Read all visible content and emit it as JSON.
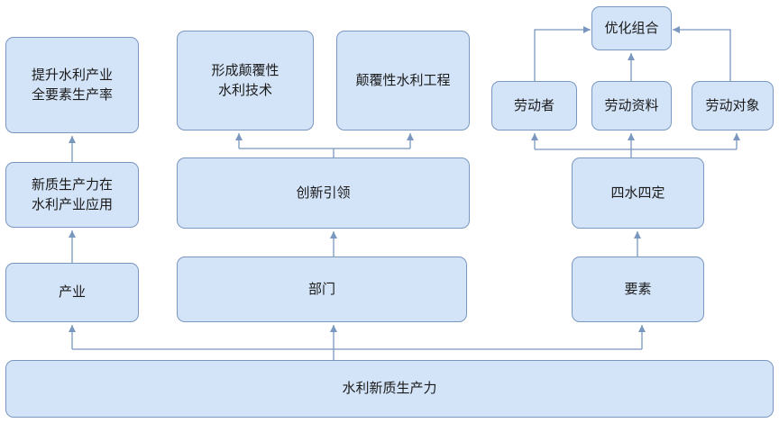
{
  "nodes": {
    "improve": "提升水利产业\n全要素生产率",
    "apply": "新质生产力在\n水利产业应用",
    "industry": "产业",
    "disruptive_tech": "形成颠覆性\n水利技术",
    "disruptive_project": "颠覆性水利工程",
    "innovation": "创新引领",
    "department": "部门",
    "optimize": "优化组合",
    "laborer": "劳动者",
    "material": "劳动资料",
    "object": "劳动对象",
    "four_water": "四水四定",
    "element": "要素",
    "root": "水利新质生产力"
  },
  "colors": {
    "box_fill": "#d4e4f8",
    "box_border": "#7a97bf",
    "connector": "#7a97bf"
  }
}
